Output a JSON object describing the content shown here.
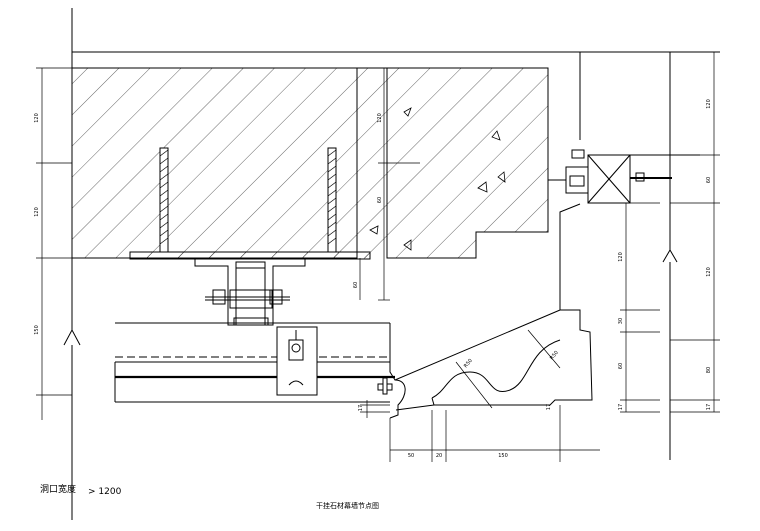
{
  "drawing": {
    "caption": "干挂石材幕墙节点图",
    "note_label": "洞口宽度",
    "note_value": "> 1200"
  },
  "dimensions": {
    "left": [
      "120",
      "120",
      "150"
    ],
    "bottom": [
      "50",
      "20",
      "150"
    ],
    "right_outer": [
      "120",
      "60",
      "120",
      "80",
      "17"
    ],
    "right_inner": [
      "120",
      "30",
      "60",
      "17"
    ],
    "center": [
      "120",
      "60",
      "60"
    ],
    "small": [
      "17",
      "17"
    ],
    "radius": [
      "R50",
      "R50"
    ]
  },
  "colors": {
    "line": "#000000",
    "background": "#ffffff"
  }
}
